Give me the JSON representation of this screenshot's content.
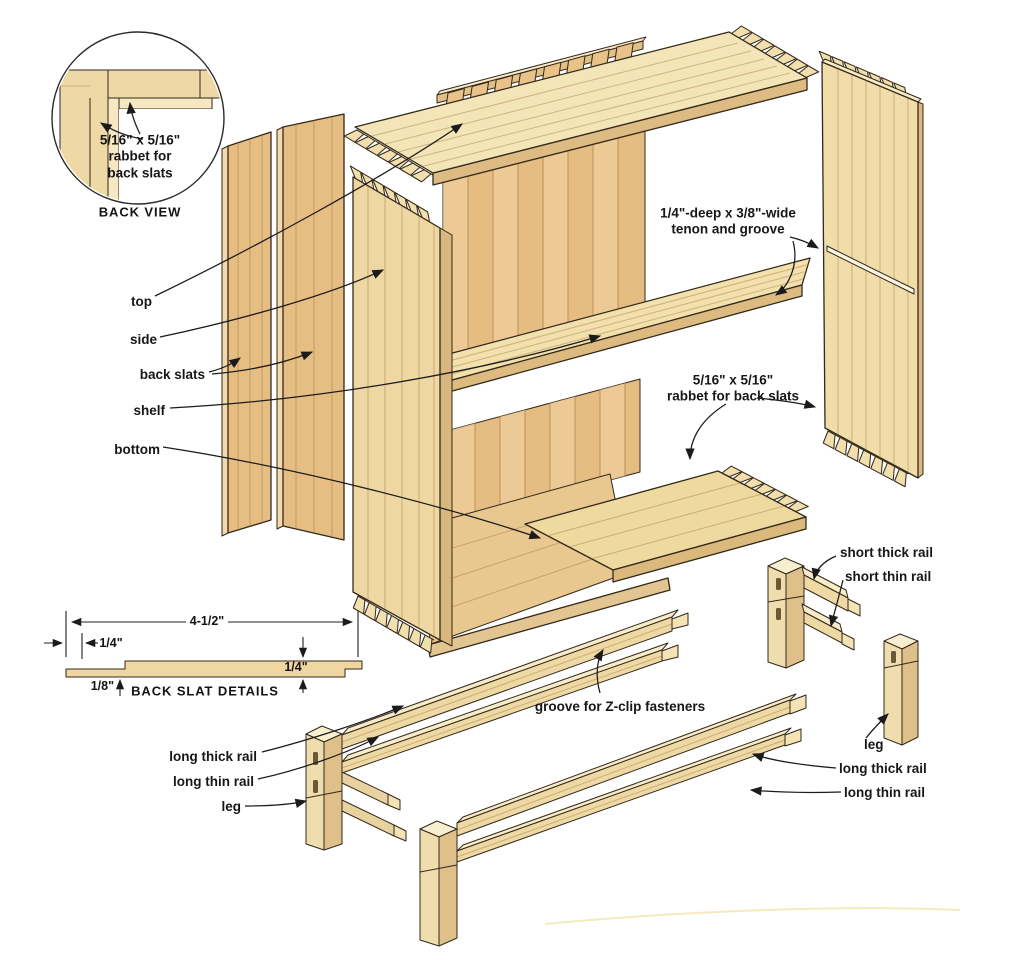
{
  "title": "bookshelf exploded construction diagram",
  "back_view": {
    "callout_line1": "5/16\" x 5/16\"",
    "callout_line2": "rabbet for",
    "callout_line3": "back slats",
    "caption": "BACK VIEW"
  },
  "parts": {
    "top": "top",
    "side": "side",
    "back_slats": "back slats",
    "shelf": "shelf",
    "bottom": "bottom"
  },
  "callouts": {
    "tenon_line1": "1/4\"-deep x 3/8\"-wide",
    "tenon_line2": "tenon and groove",
    "rabbet_line1": "5/16\" x 5/16\"",
    "rabbet_line2": "rabbet for back slats",
    "zclip": "groove for Z-clip fasteners"
  },
  "base": {
    "short_thick": "short thick rail",
    "short_thin": "short thin rail",
    "leg_right": "leg",
    "long_thick_right": "long thick rail",
    "long_thin_right": "long thin rail",
    "long_thick_left": "long thick rail",
    "long_thin_left": "long thin rail",
    "leg_left": "leg"
  },
  "slat_details": {
    "caption": "BACK SLAT DETAILS",
    "dim_overall": "4-1/2\"",
    "dim_left": "1/4\"",
    "dim_right": "1/4\"",
    "dim_lip": "1/8\""
  },
  "palette": {
    "wood_light": "#f5e6bc",
    "wood_mid": "#eed8a6",
    "wood_dark": "#ddbb82",
    "wood_deep": "#caa266",
    "slat_face": "#e9c288",
    "slat_stripe": "#d8a96d",
    "outline": "#33291b",
    "ink": "#1b1b1b"
  }
}
